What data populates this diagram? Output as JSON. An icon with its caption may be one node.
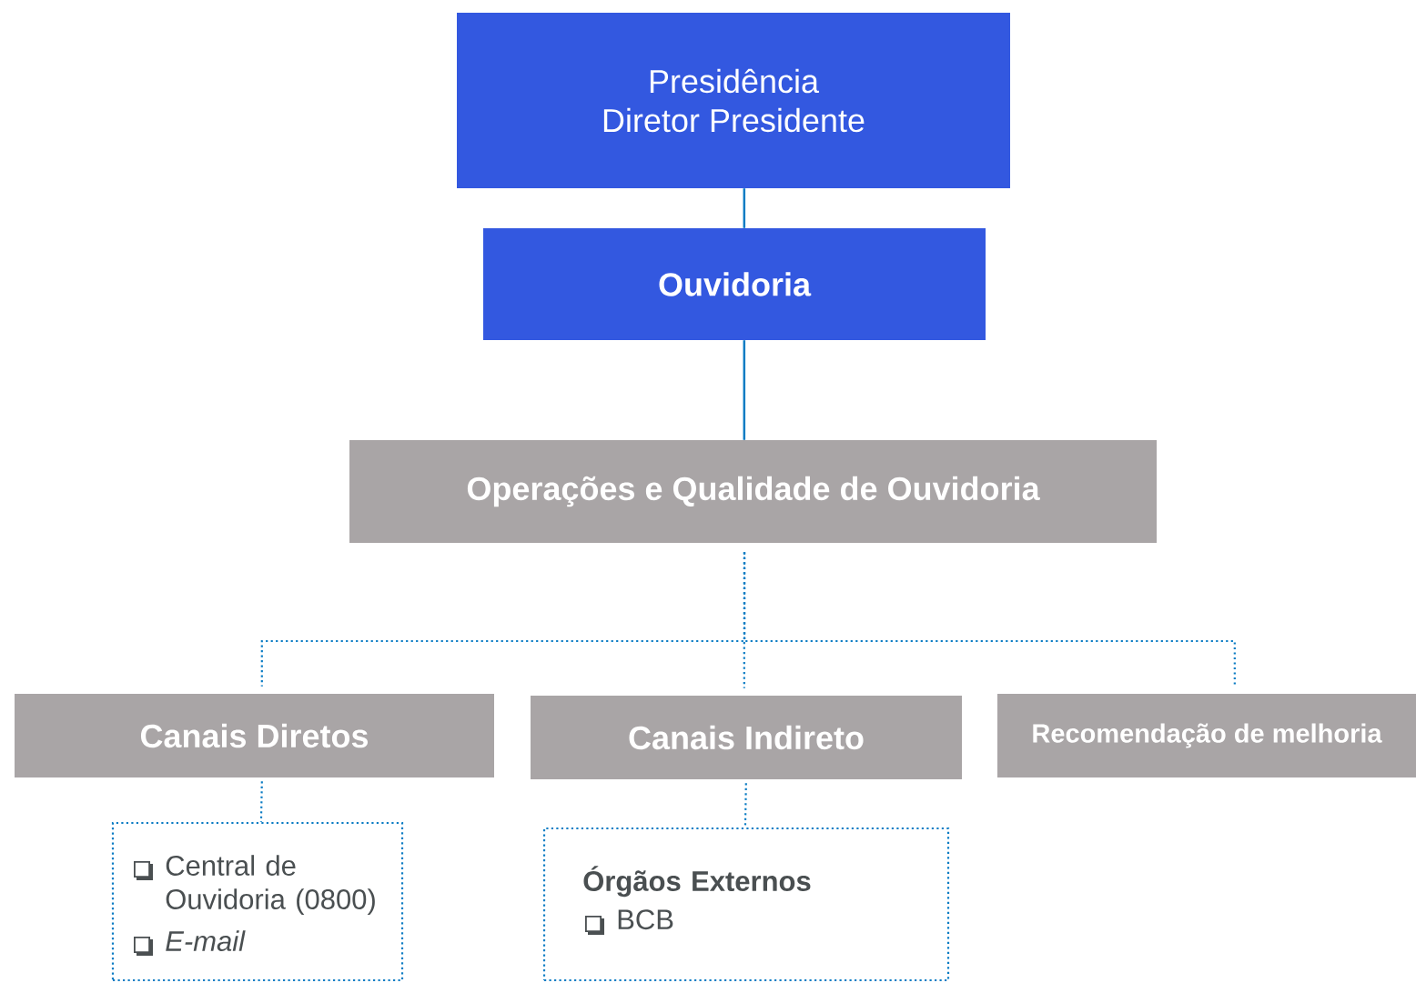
{
  "diagram": {
    "nodes": [
      {
        "text": [
          "Presidência",
          "Diretor Presidente"
        ]
      },
      {
        "text": [
          "Ouvidoria"
        ]
      },
      {
        "text": [
          "Operações e Qualidade de Ouvidoria"
        ]
      },
      {
        "text": [
          "Canais Diretos"
        ]
      },
      {
        "text": [
          "Canais Indireto"
        ]
      },
      {
        "text": [
          "Recomendação de melhoria"
        ]
      },
      {
        "text": [
          "Central de Ouvidoria (0800)",
          "E-mail"
        ]
      },
      {
        "text": [
          "Órgãos Externos",
          "BCB"
        ]
      }
    ],
    "edges": [
      {
        "from": 0,
        "to": 1,
        "arrow": "none"
      },
      {
        "from": 1,
        "to": 2,
        "arrow": "none"
      },
      {
        "from": 2,
        "to": 3,
        "arrow": "none",
        "style": "dashed"
      },
      {
        "from": 2,
        "to": 4,
        "arrow": "none",
        "style": "dashed"
      },
      {
        "from": 2,
        "to": 5,
        "arrow": "none",
        "style": "dashed"
      },
      {
        "from": 3,
        "to": 6,
        "arrow": "none",
        "style": "dashed"
      },
      {
        "from": 4,
        "to": 7,
        "arrow": "none",
        "style": "dashed"
      }
    ]
  }
}
